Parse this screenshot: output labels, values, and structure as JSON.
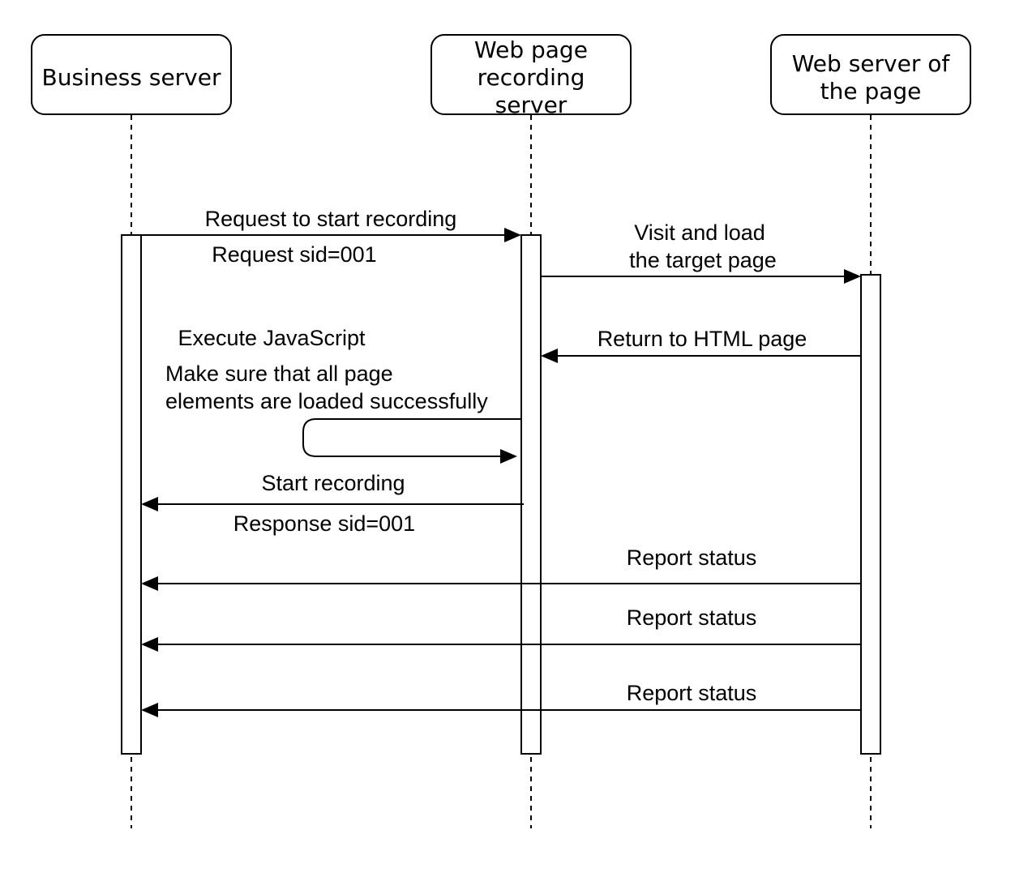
{
  "participants": [
    {
      "id": "business",
      "lines": [
        "Business server"
      ]
    },
    {
      "id": "recorder",
      "lines": [
        "Web page",
        "recording",
        "server"
      ]
    },
    {
      "id": "webserver",
      "lines": [
        "Web server of",
        "the page"
      ]
    }
  ],
  "messages": [
    {
      "id": "request-start",
      "from": "business",
      "to": "recorder",
      "label": "Request to start recording",
      "sublabel": "Request sid=001"
    },
    {
      "id": "visit-load",
      "from": "recorder",
      "to": "webserver",
      "label": [
        "Visit and load",
        "the target page"
      ]
    },
    {
      "id": "return-html",
      "from": "webserver",
      "to": "recorder",
      "label": "Return to HTML page"
    },
    {
      "id": "self-check",
      "from": "recorder",
      "to": "recorder",
      "label": "Execute JavaScript",
      "sublabel": [
        "Make sure that all page",
        "elements are loaded successfully"
      ]
    },
    {
      "id": "start-recording",
      "from": "recorder",
      "to": "business",
      "label": "Start recording",
      "sublabel": "Response sid=001"
    },
    {
      "id": "report-status-1",
      "from": "webserver",
      "to": "business",
      "label": "Report status"
    },
    {
      "id": "report-status-2",
      "from": "webserver",
      "to": "business",
      "label": "Report status"
    },
    {
      "id": "report-status-3",
      "from": "webserver",
      "to": "business",
      "label": "Report status"
    }
  ]
}
